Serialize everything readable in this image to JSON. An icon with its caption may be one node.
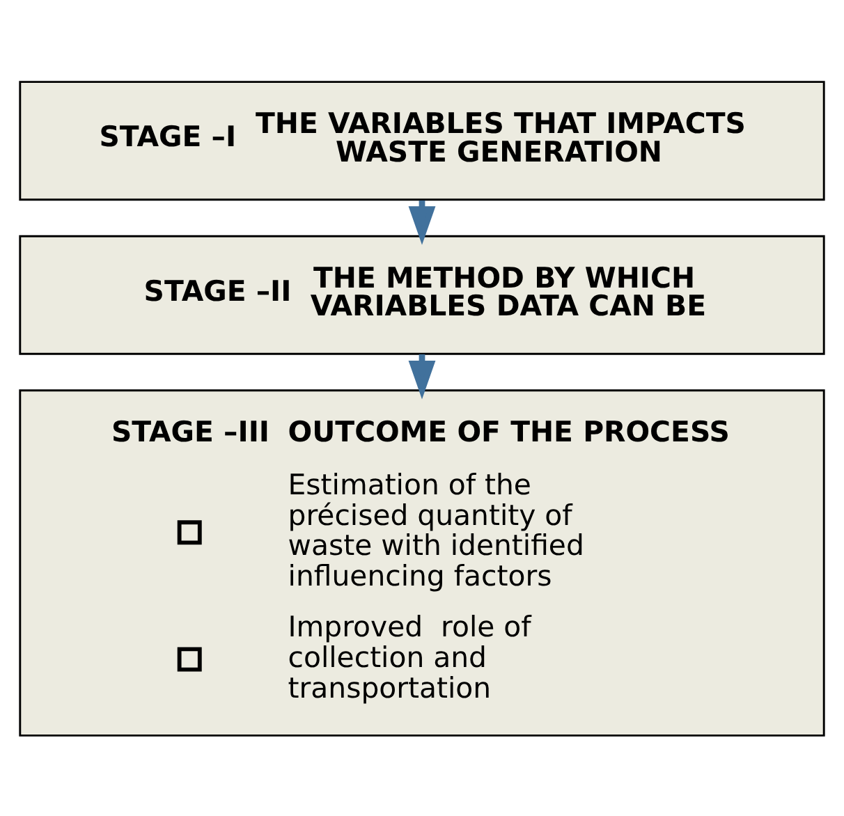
{
  "diagram": {
    "nodes": [
      {
        "text": [
          "STAGE –I",
          "THE VARIABLES THAT IMPACTS WASTE GENERATION"
        ]
      },
      {
        "text": [
          "STAGE –II",
          "THE METHOD BY WHICH VARIABLES DATA CAN BE"
        ]
      },
      {
        "text": [
          "STAGE –III",
          "OUTCOME OF THE PROCESS",
          "Estimation of the précised quantity of waste with identified influencing factors",
          "Improved  role of collection and transportation"
        ]
      }
    ],
    "edges": [
      {
        "from": 0,
        "to": 1,
        "arrow": "to",
        "color": "#41719c"
      },
      {
        "from": 1,
        "to": 2,
        "arrow": "to",
        "color": "#41719c"
      }
    ]
  }
}
